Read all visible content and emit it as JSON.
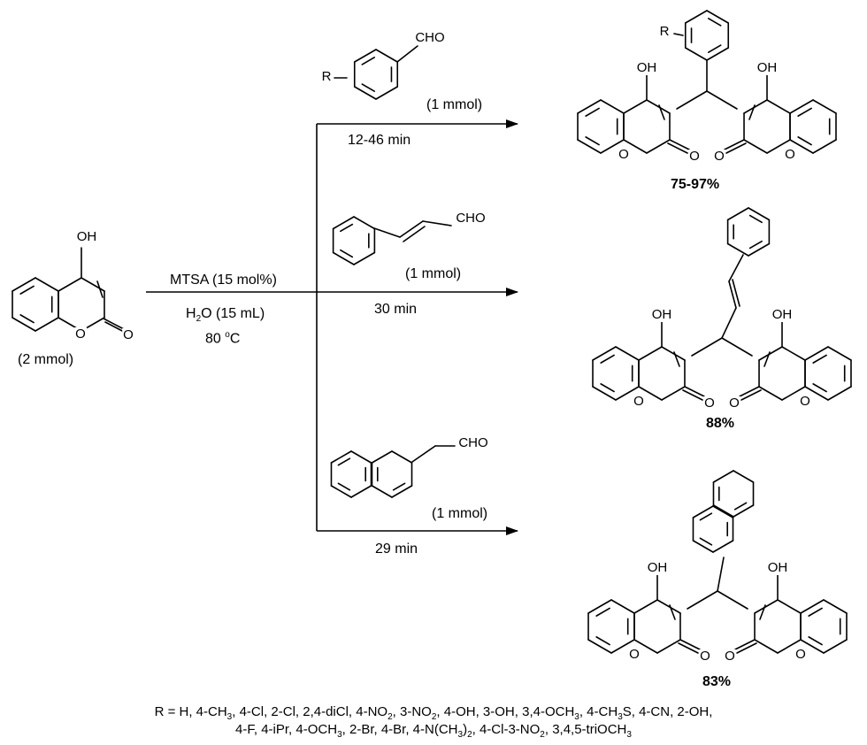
{
  "start": {
    "oh": "OH",
    "o_ring": "O",
    "o_carbonyl": "O",
    "amount": "(2 mmol)"
  },
  "conditions": {
    "catalyst": "MTSA (15 mol%)",
    "solvent_pre": "H",
    "solvent_sub": "2",
    "solvent_post": "O (15 mL)",
    "temp_pre": "80 ",
    "temp_sup": "o",
    "temp_post": "C"
  },
  "reagents": [
    {
      "r": "R",
      "cho": "CHO",
      "amount": "(1 mmol)",
      "time": "12-46 min"
    },
    {
      "cho": "CHO",
      "amount": "(1 mmol)",
      "time": "30 min"
    },
    {
      "cho": "CHO",
      "amount": "(1 mmol)",
      "time": "29 min"
    }
  ],
  "products": [
    {
      "r": "R",
      "yield": "75-97%"
    },
    {
      "yield": "88%"
    },
    {
      "yield": "83%"
    }
  ],
  "atoms": {
    "oh": "OH",
    "o": "O"
  },
  "footer": {
    "l1": [
      {
        "t": "R = H, 4-CH"
      },
      {
        "s": "3"
      },
      {
        "t": ", 4-Cl, 2-Cl, 2,4-diCl, 4-NO"
      },
      {
        "s": "2"
      },
      {
        "t": ", 3-NO"
      },
      {
        "s": "2"
      },
      {
        "t": ", 4-OH, 3-OH, 3,4-OCH"
      },
      {
        "s": "3"
      },
      {
        "t": ", 4-CH"
      },
      {
        "s": "3"
      },
      {
        "t": "S, 4-CN, 2-OH,"
      }
    ],
    "l2": [
      {
        "t": "4-F, 4-iPr, 4-OCH"
      },
      {
        "s": "3"
      },
      {
        "t": ", 2-Br, 4-Br, 4-N(CH"
      },
      {
        "s": "3"
      },
      {
        "t": ")"
      },
      {
        "s": "2"
      },
      {
        "t": ", 4-Cl-3-NO"
      },
      {
        "s": "2"
      },
      {
        "t": ", 3,4,5-triOCH"
      },
      {
        "s": "3"
      }
    ]
  }
}
